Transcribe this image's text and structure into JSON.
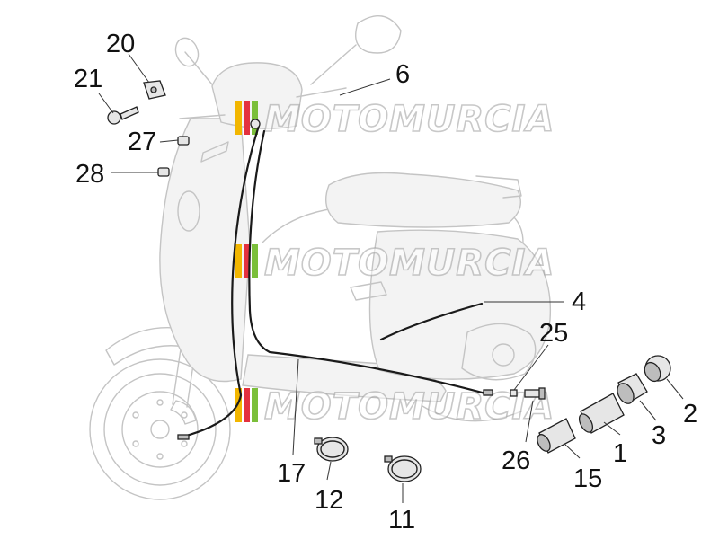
{
  "diagram": {
    "watermark_text": "MOTOMURCIA",
    "watermark_colors": [
      "#f2b600",
      "#e4313f",
      "#7bbf3a"
    ],
    "part_numbers": {
      "p20": "20",
      "p21": "21",
      "p27": "27",
      "p28": "28",
      "p6": "6",
      "p4": "4",
      "p25": "25",
      "p2": "2",
      "p3": "3",
      "p1": "1",
      "p26": "26",
      "p15": "15",
      "p17": "17",
      "p12": "12",
      "p11": "11"
    }
  }
}
